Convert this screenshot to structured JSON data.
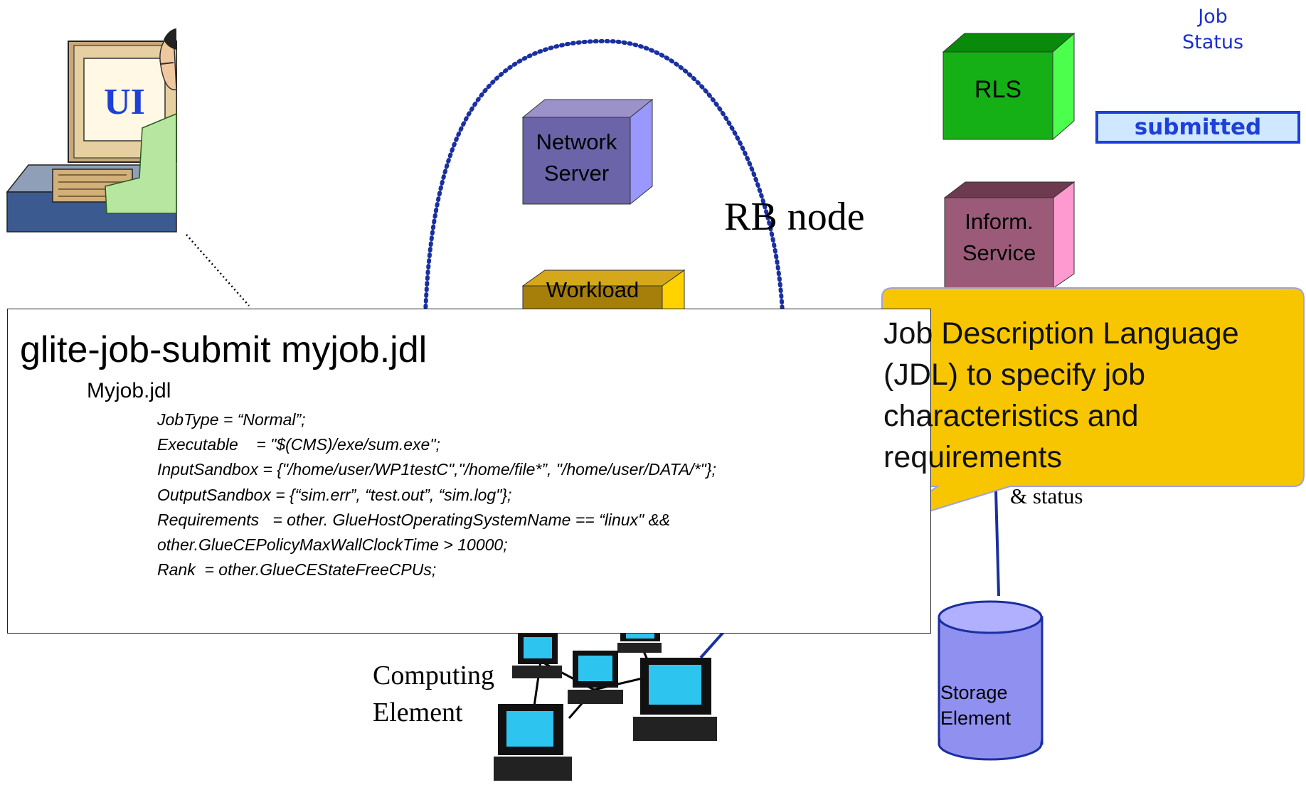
{
  "ui_screen_label": "UI",
  "rb_node_label": "RB node",
  "network_server": {
    "line1": "Network",
    "line2": "Server"
  },
  "workload_label": "Workload",
  "rls_label": "RLS",
  "inform_service": {
    "line1": "Inform.",
    "line2": "Service"
  },
  "job_status": {
    "line1": "Job",
    "line2": "Status",
    "value": "submitted"
  },
  "status_fragment": "& status",
  "computing_element": {
    "line1": "Computing",
    "line2": "Element"
  },
  "storage_element": {
    "line1": "Storage",
    "line2": "Element"
  },
  "command": "glite-job-submit myjob.jdl",
  "jdl_filename": "Myjob.jdl",
  "jdl_lines": [
    "JobType = “Normal”;",
    "Executable    = \"$(CMS)/exe/sum.exe\";",
    "InputSandbox = {\"/home/user/WP1testC\",\"/home/file*”, \"/home/user/DATA/*\"};",
    "OutputSandbox = {“sim.err”, “test.out”, “sim.log\"};",
    "Requirements   = other. GlueHostOperatingSystemName == “linux\" &&",
    "other.GlueCEPolicyMaxWallClockTime > 10000;",
    "Rank  = other.GlueCEStateFreeCPUs;"
  ],
  "callout_text": "Job Description Language (JDL) to specify job characteristics and requirements",
  "colors": {
    "network_server": "#6b64a8",
    "workload": "#b08a10",
    "rls": "#15b015",
    "inform_service": "#9b5b78",
    "callout": "#f7c600",
    "status_border": "#1e3fd9",
    "rb_dotted": "#1a2fa0",
    "storage": "#9090f0"
  }
}
